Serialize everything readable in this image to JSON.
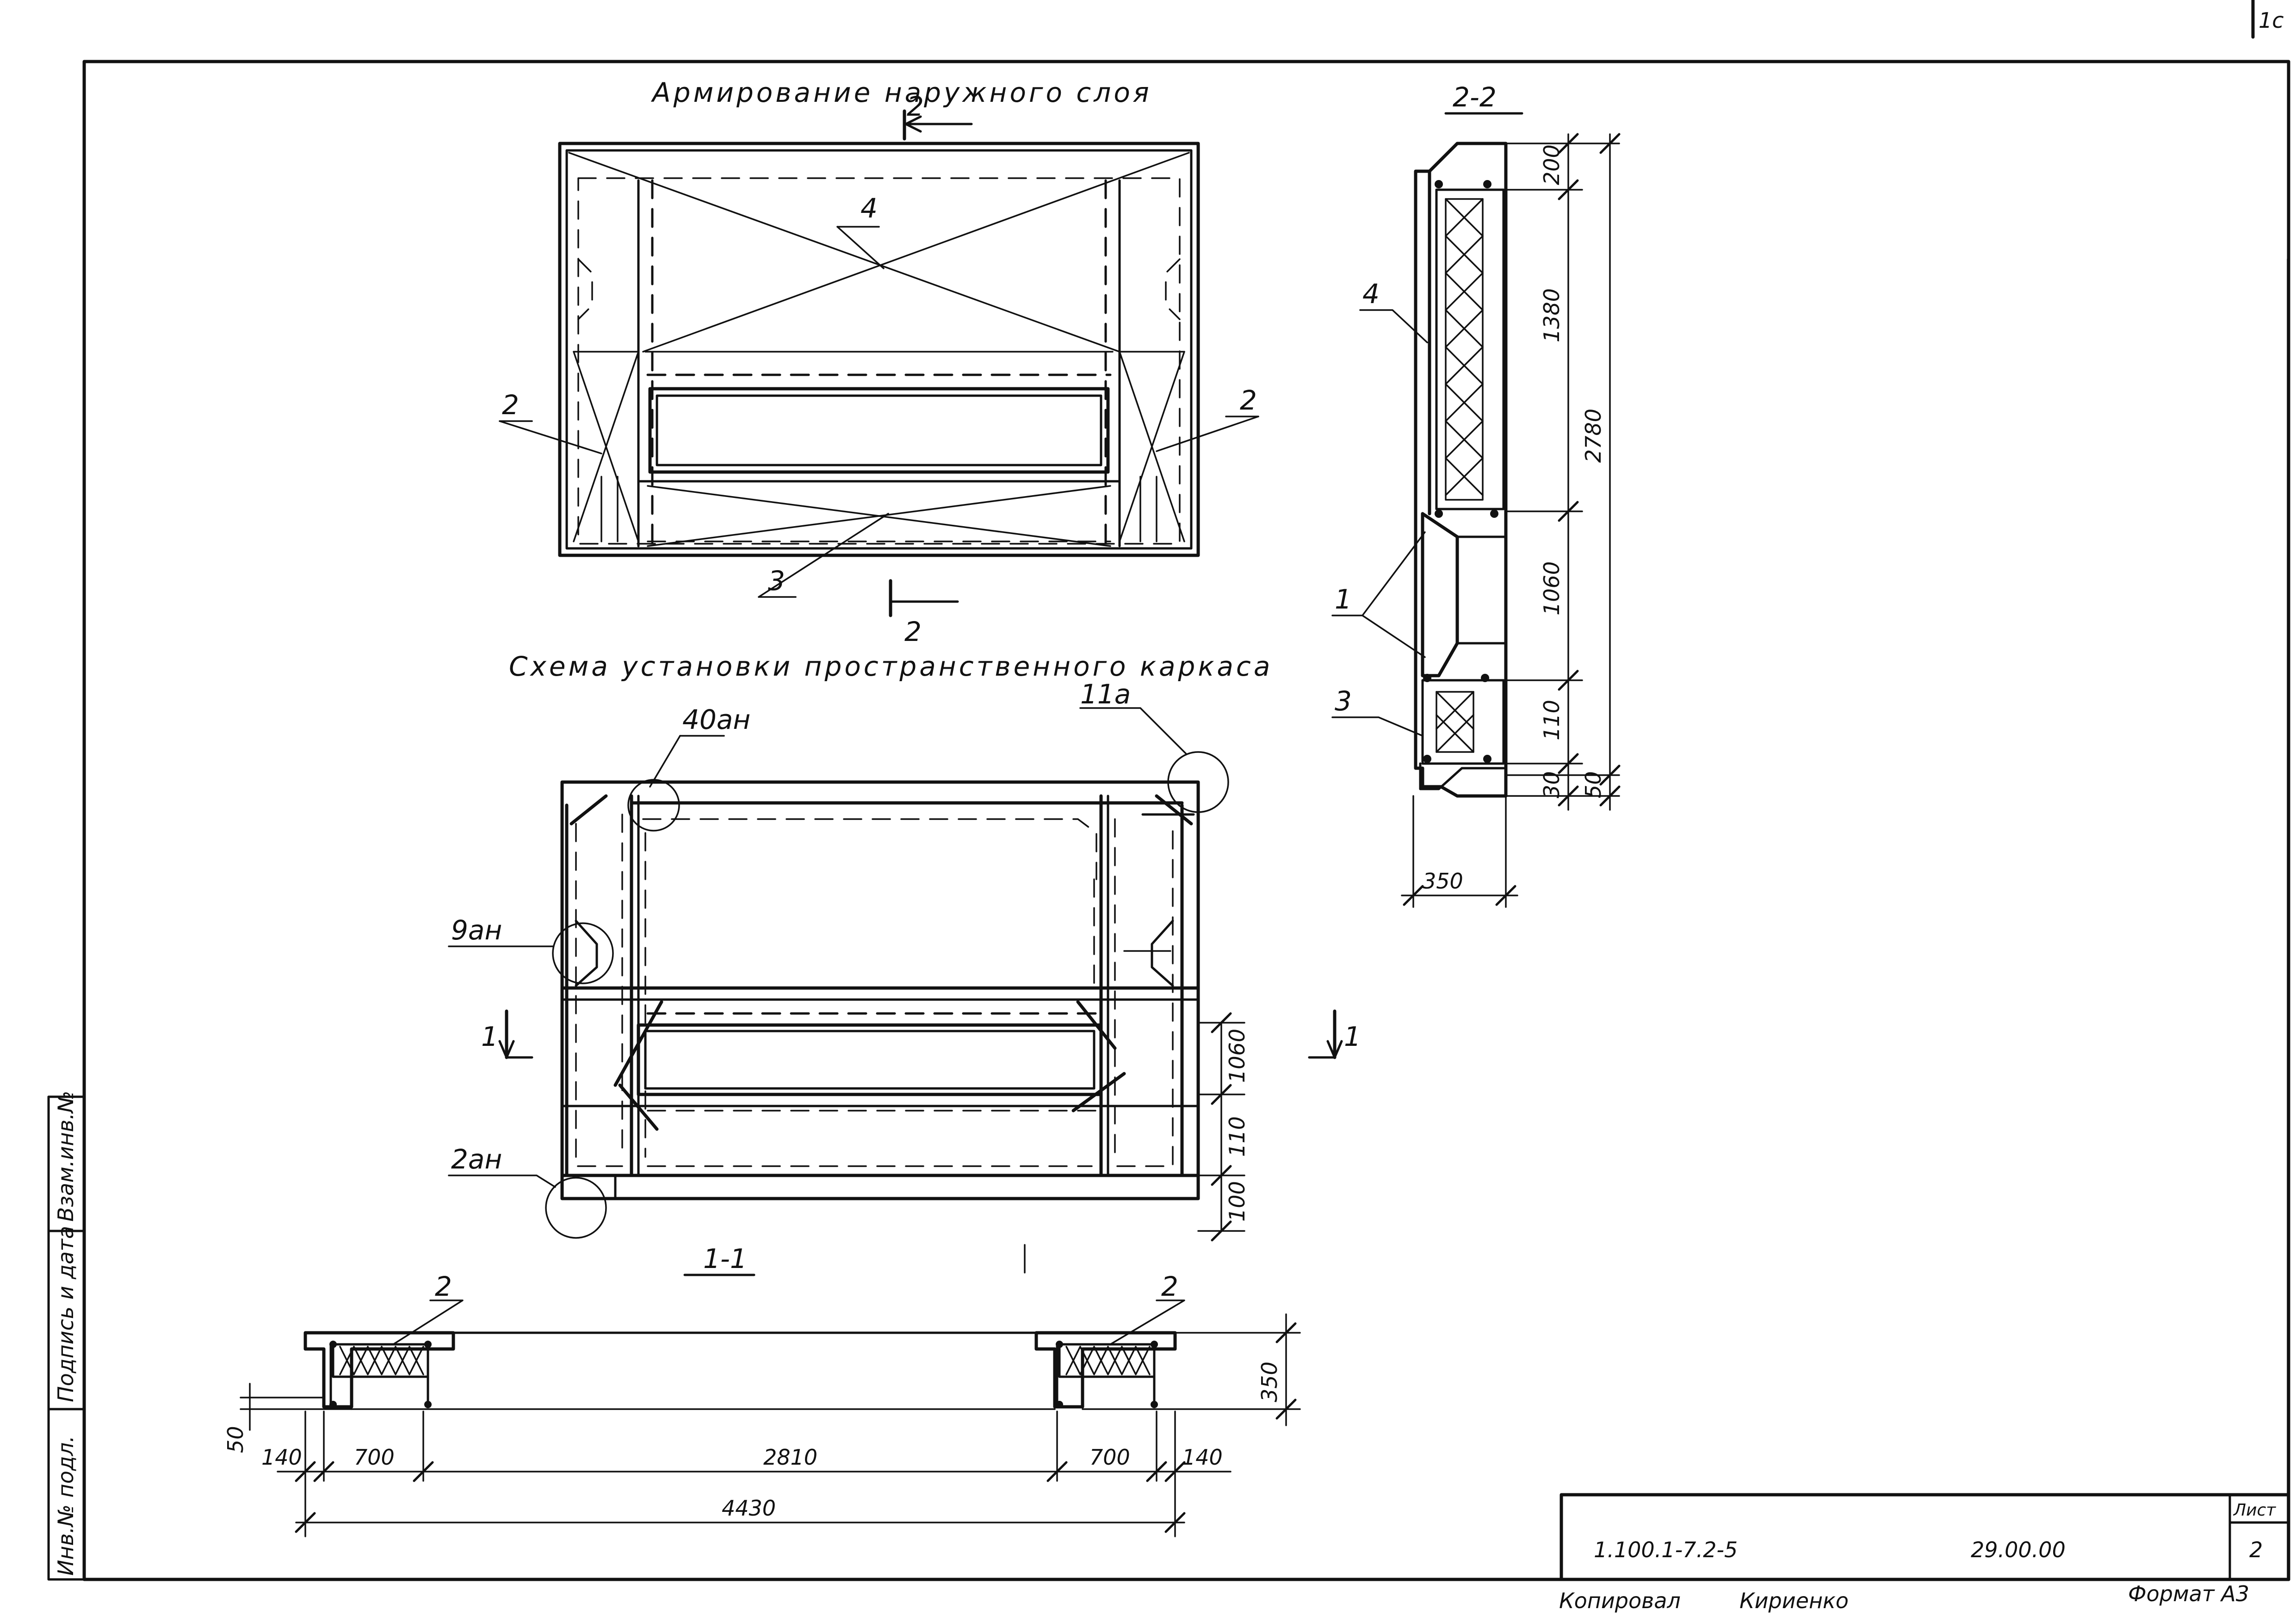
{
  "drawing": {
    "title_reinforcement": "Армирование наружного слоя",
    "title_frame": "Схема установки пространственного каркаса",
    "section_2_2": "2-2",
    "section_1_1": "1-1",
    "cut_label_2": "2",
    "cut_label_1": "1",
    "top_view": {
      "callouts": [
        "4",
        "2",
        "2",
        "3"
      ]
    },
    "frame_view": {
      "callouts": [
        "40ан",
        "11а",
        "9ан",
        "2ан"
      ],
      "dims": [
        "1060",
        "110",
        "100"
      ]
    },
    "section_2_2_view": {
      "callouts": [
        "4",
        "1",
        "3"
      ],
      "dims": [
        "200",
        "1380",
        "2780",
        "1060",
        "110",
        "30",
        "50",
        "350"
      ]
    },
    "section_1_1_view": {
      "callouts": [
        "2",
        "2"
      ],
      "dims": [
        "350",
        "50",
        "140",
        "700",
        "2810",
        "700",
        "140",
        "4430"
      ]
    }
  },
  "side_strip": {
    "inv_podl": "Инв.№ подл.",
    "podpis_data": "Подпись и дата",
    "vzam_inv": "Взам.инв.№"
  },
  "title_block": {
    "doc_code": "1.100.1-7.2-5",
    "mark": "29.00.00",
    "sheet_label": "Лист",
    "sheet_number": "2",
    "copied_by": "Копировал",
    "copier_name": "Кириенко",
    "format": "Формат А3",
    "corner_mark": "1с"
  }
}
